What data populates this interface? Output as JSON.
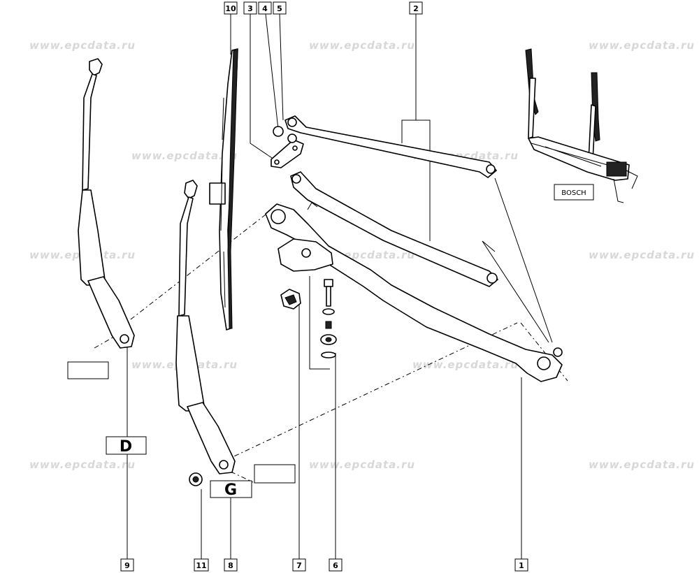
{
  "watermark": "www.epcdata.ru",
  "callouts": [
    "1",
    "2",
    "3",
    "4",
    "5",
    "6",
    "7",
    "8",
    "9",
    "10",
    "11"
  ],
  "side_labels": {
    "right_arm": "D",
    "left_arm": "G"
  },
  "brand_label": "BOSCH"
}
